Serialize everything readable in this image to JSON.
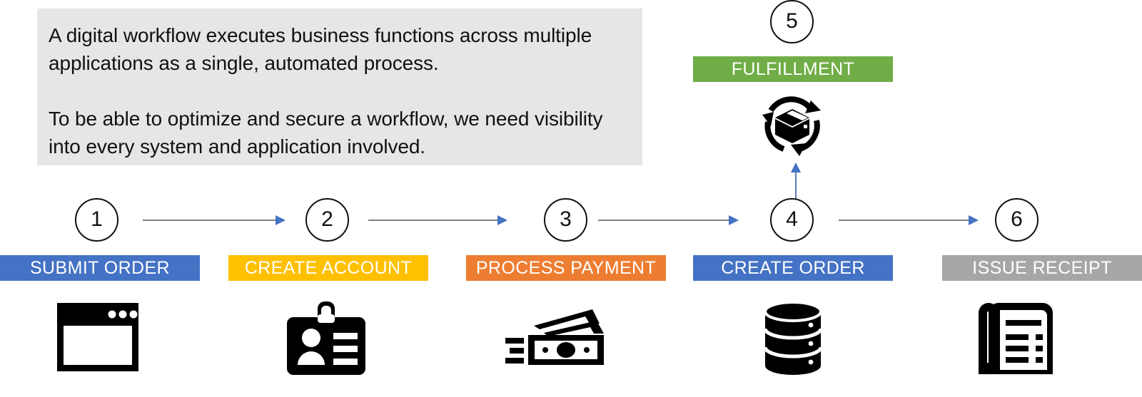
{
  "description": {
    "paragraph1": "A digital workflow executes business functions across multiple applications as a single, automated process.",
    "paragraph2": "To be able to optimize and secure a workflow, we need visibility into every system and application involved.",
    "background_color": "#E6E6E6"
  },
  "colors": {
    "blue": "#4472C4",
    "yellow": "#FFC000",
    "orange": "#ED7D31",
    "green": "#70AD47",
    "gray": "#A6A6A6",
    "arrow_line": "#808080",
    "arrow_head": "#4472C4"
  },
  "workflow": {
    "steps": [
      {
        "number": "1",
        "label": "SUBMIT ORDER",
        "color": "#4472C4",
        "icon": "browser-window-icon"
      },
      {
        "number": "2",
        "label": "CREATE ACCOUNT",
        "color": "#FFC000",
        "icon": "id-badge-icon"
      },
      {
        "number": "3",
        "label": "PROCESS PAYMENT",
        "color": "#ED7D31",
        "icon": "cash-banknote-icon"
      },
      {
        "number": "4",
        "label": "CREATE ORDER",
        "color": "#4472C4",
        "icon": "database-icon"
      },
      {
        "number": "6",
        "label": "ISSUE RECEIPT",
        "color": "#A6A6A6",
        "icon": "receipt-icon"
      }
    ],
    "branch_step": {
      "number": "5",
      "label": "FULFILLMENT",
      "color": "#70AD47",
      "icon": "package-recycle-icon"
    }
  }
}
